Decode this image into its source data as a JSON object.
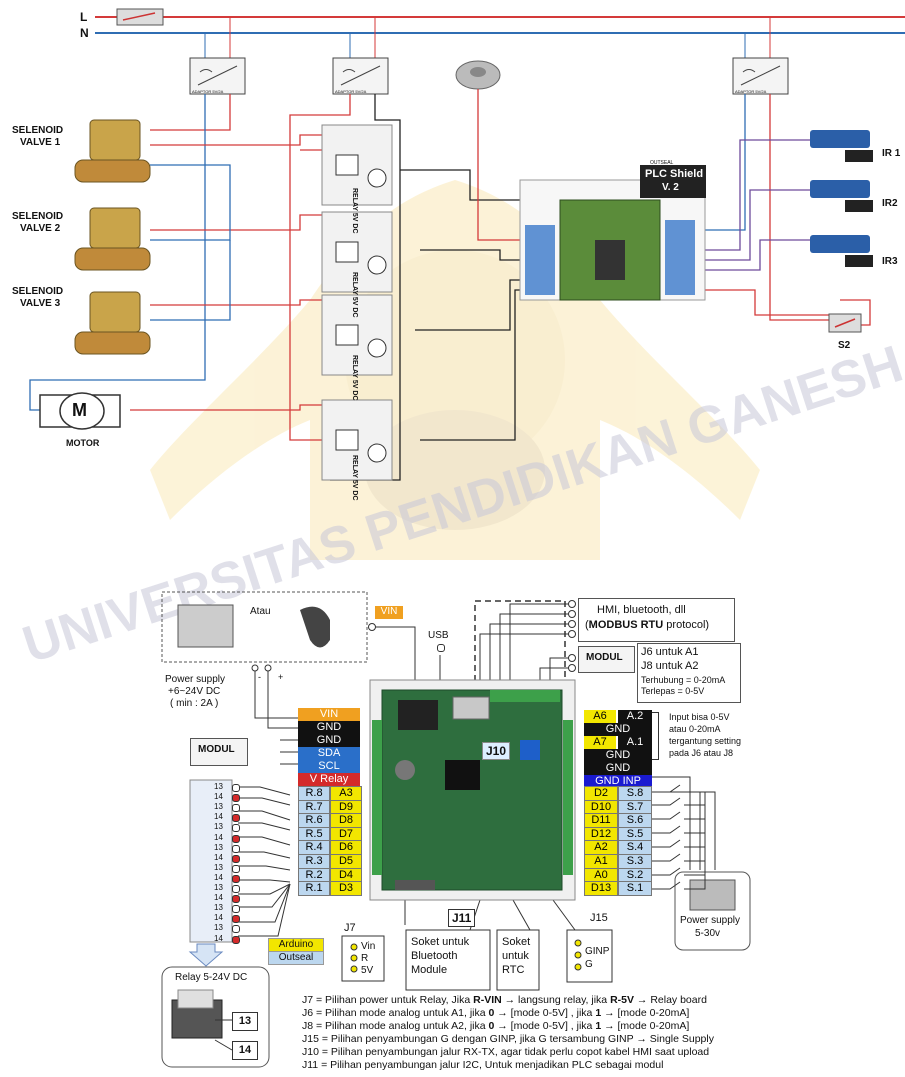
{
  "mains": {
    "line_label": "L",
    "neutral_label": "N"
  },
  "adapter_labels": [
    "ADAPTOR 5V/2A",
    "ADAPTOR 5V/2A",
    "ADAPTOR 5V/2A"
  ],
  "valves": [
    "SELENOID\nVALVE 1",
    "SELENOID\nVALVE 2",
    "SELENOID\nVALVE 3"
  ],
  "valve_line1": [
    "SELENOID",
    "SELENOID",
    "SELENOID"
  ],
  "valve_line2": [
    "VALVE 1",
    "VALVE 2",
    "VALVE 3"
  ],
  "motor": {
    "symbol": "M",
    "label": "MOTOR"
  },
  "relay_module_label": "RELAY 5V DC",
  "plc_shield": {
    "brand": "OUTSEAL",
    "title": "PLC Shield",
    "version": "V. 2"
  },
  "sensors": [
    "IR 1",
    "IR2",
    "IR3"
  ],
  "switch_label": "S2",
  "watermark": "UNIVERSITAS PENDIDIKAN GANESHA",
  "lower": {
    "atau": "Atau",
    "psu_label": [
      "Power supply",
      "+6~24V DC",
      "( min : 2A )"
    ],
    "psu_plus": "+",
    "psu_minus": "-",
    "vin_tag": "VIN",
    "usb": "USB",
    "hmi_line1": "HMI, bluetooth, dll",
    "hmi_line2_bold": "MODBUS RTU",
    "hmi_line2_rest": " protocol)",
    "hmi_paren": "(",
    "modul_right": "MODUL",
    "modul_left": "MODUL",
    "j6_info": [
      "J6 untuk A1",
      "J8 untuk A2",
      "Terhubung = 0-20mA",
      "Terlepas     = 0-5V"
    ],
    "input_note": [
      "Input bisa 0-5V",
      "atau 0-20mA",
      "tergantung setting",
      "pada J6 atau J8"
    ],
    "left_pins": [
      "VIN",
      "GND",
      "GND",
      "SDA",
      "SCL",
      "V Relay"
    ],
    "left_pairs": [
      [
        "R.8",
        "A3"
      ],
      [
        "R.7",
        "D9"
      ],
      [
        "R.6",
        "D8"
      ],
      [
        "R.5",
        "D7"
      ],
      [
        "R.4",
        "D6"
      ],
      [
        "R.3",
        "D5"
      ],
      [
        "R.2",
        "D4"
      ],
      [
        "R.1",
        "D3"
      ]
    ],
    "right_pins_top": [
      [
        "A6",
        "A.2"
      ],
      [
        "GND",
        ""
      ],
      [
        "A7",
        "A.1"
      ],
      [
        "GND",
        ""
      ],
      [
        "GND",
        ""
      ],
      [
        "GND INP",
        ""
      ]
    ],
    "right_pairs": [
      [
        "D2",
        "S.8"
      ],
      [
        "D10",
        "S.7"
      ],
      [
        "D11",
        "S.6"
      ],
      [
        "D12",
        "S.5"
      ],
      [
        "A2",
        "S.4"
      ],
      [
        "A1",
        "S.3"
      ],
      [
        "A0",
        "S.2"
      ],
      [
        "D13",
        "S.1"
      ]
    ],
    "terminal_numbers": [
      "13",
      "14",
      "13",
      "14",
      "13",
      "14",
      "13",
      "14",
      "13",
      "14",
      "13",
      "14",
      "13",
      "14",
      "13",
      "14"
    ],
    "j10": "J10",
    "j11": "J11",
    "j15": "J15",
    "j7": "J7",
    "j7_opts": [
      "Vin",
      "R",
      "5V"
    ],
    "j15_opts": [
      "GINP",
      "G"
    ],
    "bt_socket": [
      "Soket untuk",
      "Bluetooth",
      "Module"
    ],
    "rtc_socket": [
      "Soket",
      "untuk",
      "RTC"
    ],
    "legend_arduino": "Arduino",
    "legend_outseal": "Outseal",
    "relay_box_label": "Relay 5-24V DC",
    "relay_13": "13",
    "relay_14": "14",
    "psu_right": [
      "Power supply",
      "5-30v"
    ]
  },
  "notes": [
    {
      "pre": "J7 = Pilihan power untuk Relay, Jika ",
      "b1": "R-VIN",
      "mid": " → langsung relay, jika ",
      "b2": "R-5V",
      "post": " → Relay board"
    },
    {
      "pre": "J6 = Pilihan mode analog untuk A1, jika ",
      "b1": "0",
      "mid": " → [mode 0-5V] , jika ",
      "b2": "1",
      "post": " →  [mode 0-20mA]"
    },
    {
      "pre": "J8 = Pilihan mode analog untuk A2, jika ",
      "b1": "0",
      "mid": " → [mode 0-5V] , jika ",
      "b2": "1",
      "post": " →  [mode 0-20mA]"
    },
    {
      "pre": "J15 = Pilihan penyambungan G dengan GINP, jika G tersambung GINP → Single Supply",
      "b1": "",
      "mid": "",
      "b2": "",
      "post": ""
    },
    {
      "pre": "J10 = Pilihan penyambungan jalur RX-TX, agar tidak perlu copot kabel HMI saat upload",
      "b1": "",
      "mid": "",
      "b2": "",
      "post": ""
    },
    {
      "pre": "J11 = Pilihan penyambungan jalur I2C, Untuk menjadikan PLC sebagai modul",
      "b1": "",
      "mid": "",
      "b2": "",
      "post": ""
    }
  ],
  "colors": {
    "line": "#d43a3a",
    "neutral": "#2f6db3",
    "arduino": "#f2e600",
    "outseal": "#bcd7ef",
    "wire_purple": "#6d4a9b",
    "wire_dark": "#222222"
  }
}
